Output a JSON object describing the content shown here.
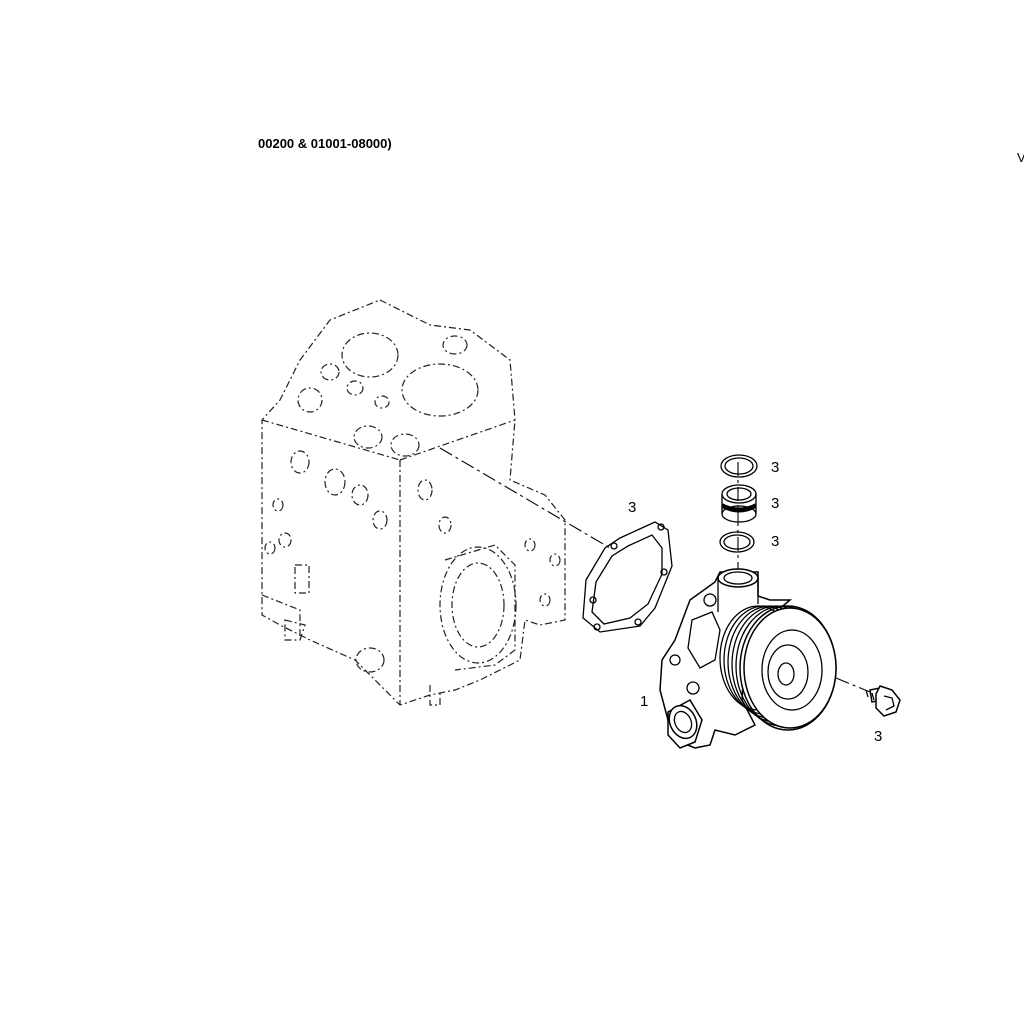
{
  "header": {
    "title": "00200 & 01001-08000)",
    "edge_mark": "V"
  },
  "callouts": {
    "oring_top": "3",
    "seal": "3",
    "oring_bottom": "3",
    "gasket": "3",
    "water_pump": "1",
    "bolt": "3"
  }
}
